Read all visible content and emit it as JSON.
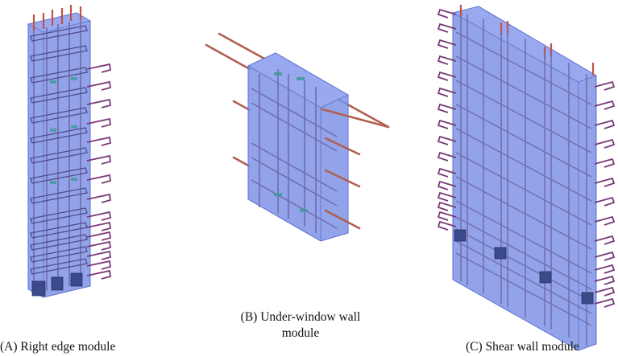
{
  "figure": {
    "panels": [
      {
        "id": "A",
        "caption": "(A) Right edge module"
      },
      {
        "id": "B",
        "caption": "(B) Under-window wall module"
      },
      {
        "id": "C",
        "caption": "(C) Shear wall module"
      }
    ],
    "colors": {
      "concrete_fill": "#7f93e6",
      "concrete_edge": "#5b6fd0",
      "rebar": "#6f6cae",
      "rebar_dark": "#4f4c8c",
      "starter_bar": "#c2524a",
      "hook_bar": "#7a3a7a",
      "long_bar": "#b0604f",
      "connector": "#3f9a9a"
    }
  }
}
